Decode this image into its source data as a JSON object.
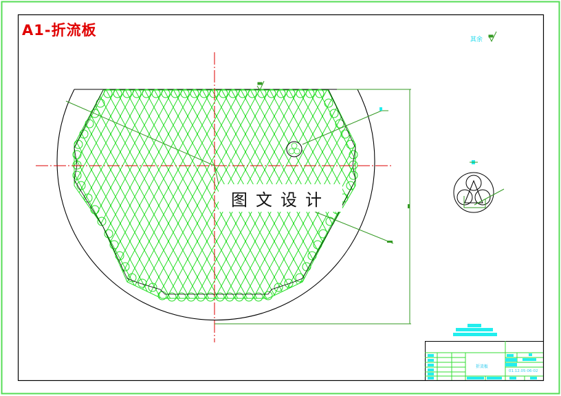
{
  "drawing": {
    "title": "A1-折流板",
    "watermark": "图文设计",
    "roughness_note": "其余",
    "colors": {
      "outer_border": "#55dd55",
      "frame": "#000000",
      "hatch": "#22dd22",
      "centerline": "#dd0000",
      "dimension": "#339922",
      "text_cyan": "#22eeee",
      "title_red": "#e00000"
    }
  },
  "title_block": {
    "part_name": "折流板",
    "drawing_number": "01.12.05-06-02"
  }
}
